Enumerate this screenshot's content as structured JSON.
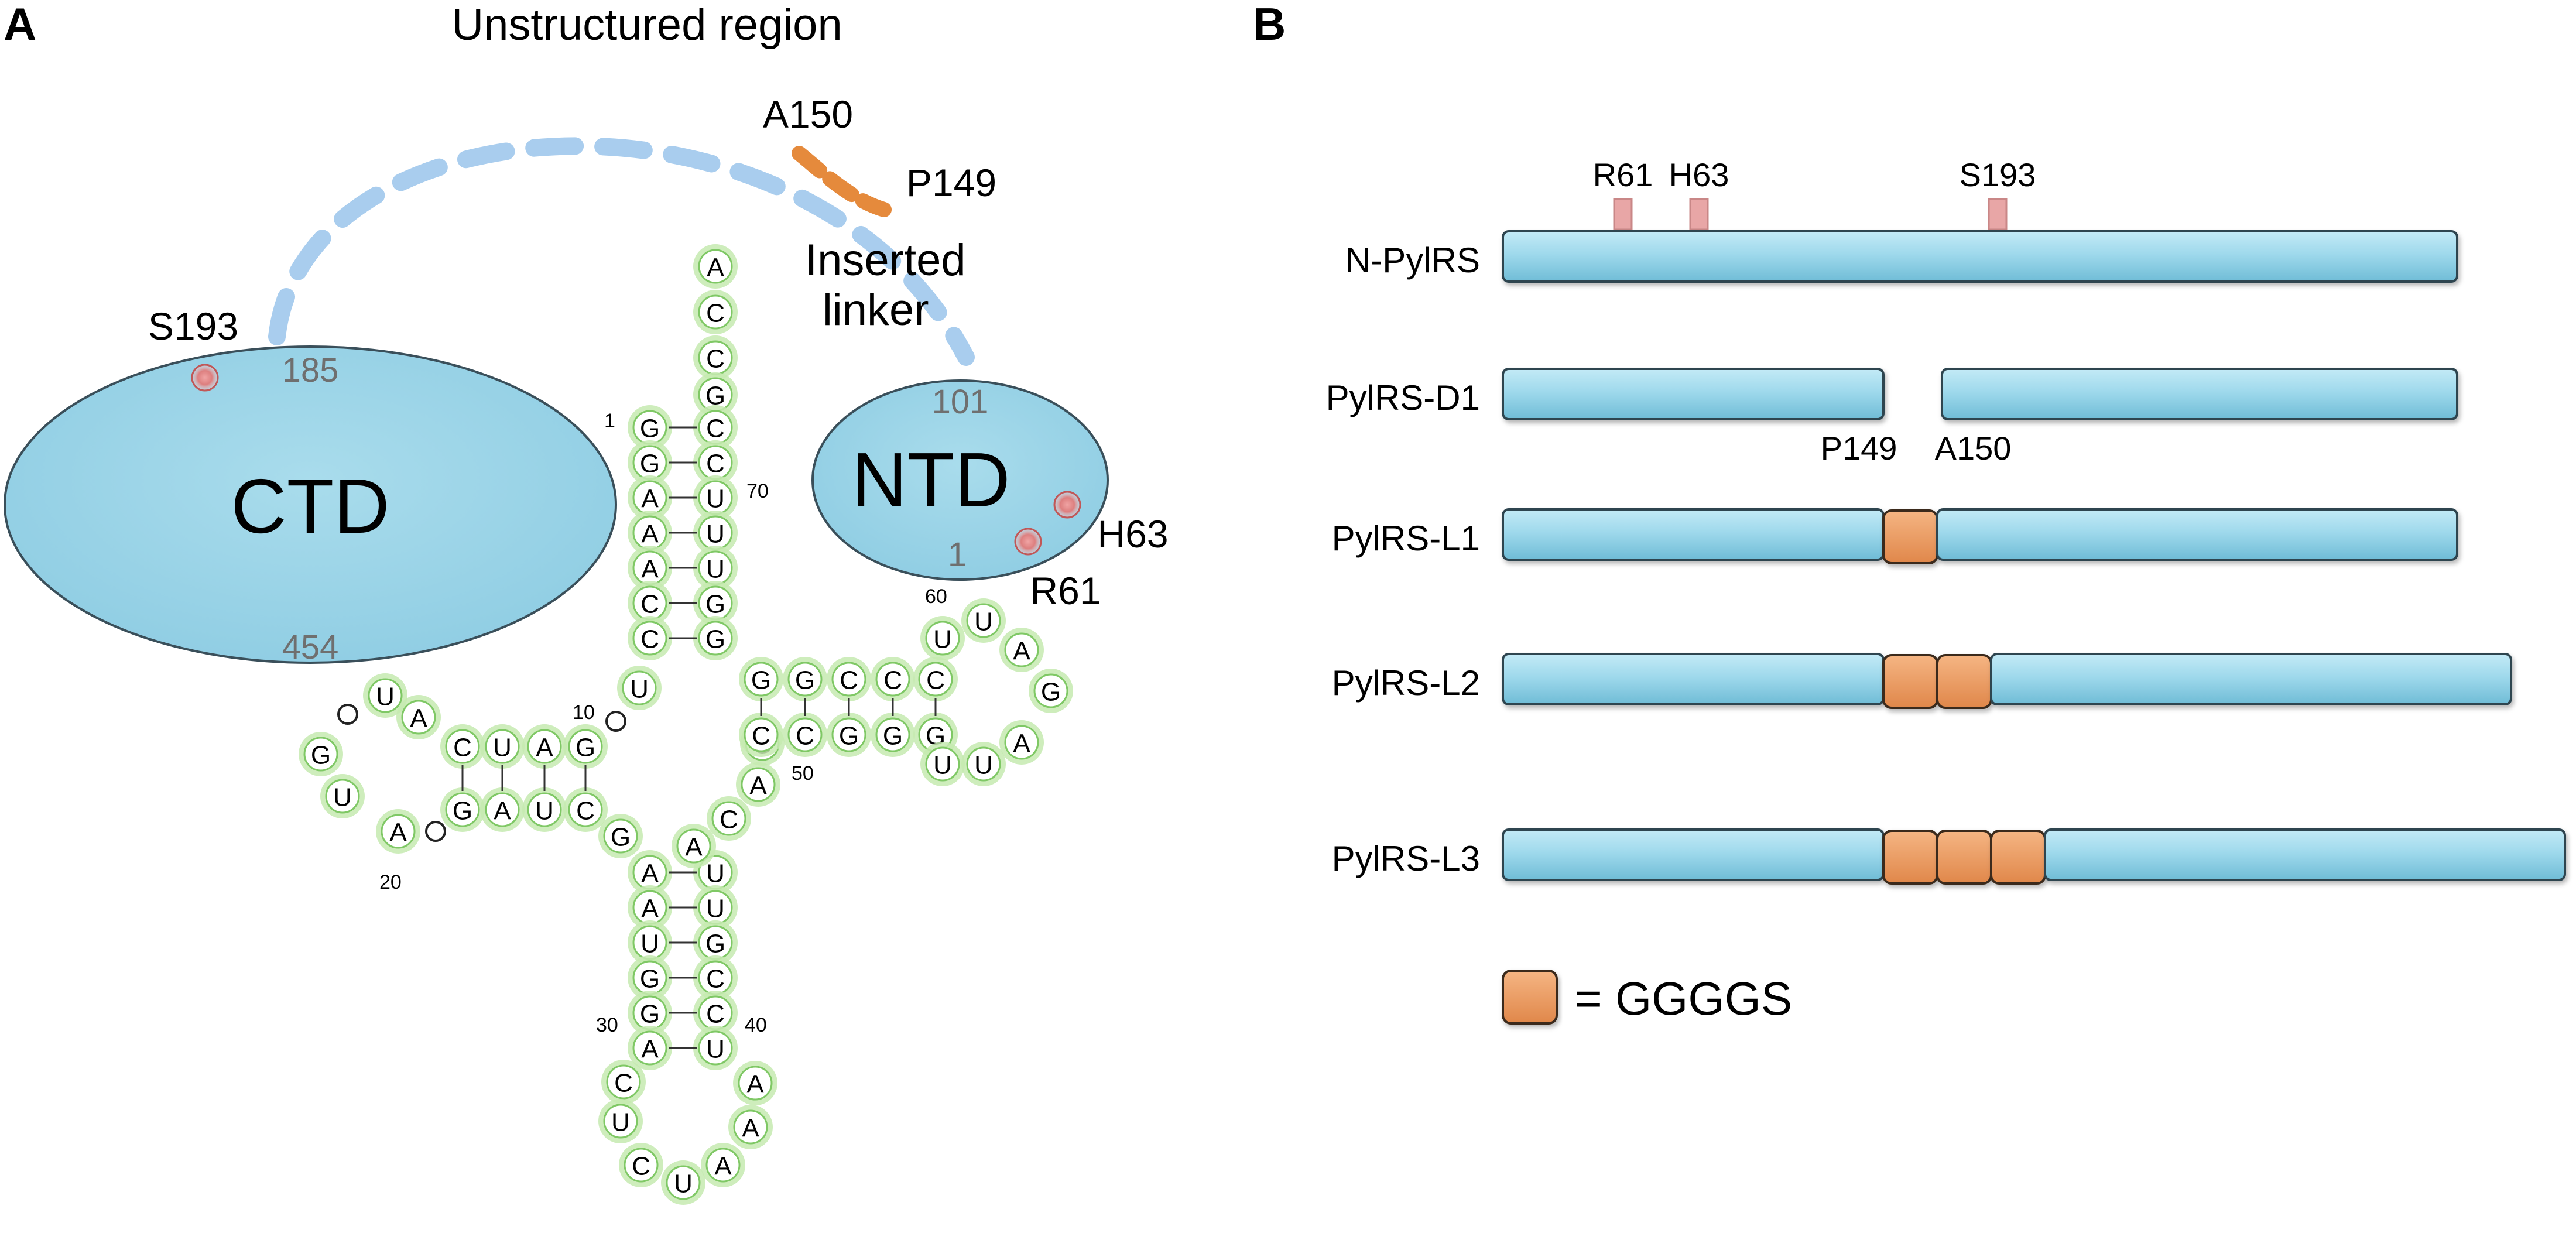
{
  "panel_a": {
    "letter": "A",
    "title": "Unstructured region",
    "residues": {
      "a150": "A150",
      "p149": "P149",
      "s193": "S193",
      "h63": "H63",
      "r61": "R61"
    },
    "linker_label_1": "Inserted",
    "linker_label_2": "linker",
    "ctd": {
      "label": "CTD",
      "start": "185",
      "end": "454"
    },
    "ntd": {
      "label": "NTD",
      "start": "101",
      "end": "1"
    },
    "trna_numbers": {
      "n1": "1",
      "n10": "10",
      "n20": "20",
      "n30": "30",
      "n40": "40",
      "n50": "50",
      "n60": "60",
      "n70": "70"
    }
  },
  "panel_b": {
    "letter": "B",
    "top_residues": {
      "r61": "R61",
      "h63": "H63",
      "s193": "S193"
    },
    "constructs": {
      "n_pylrs": "N-PylRS",
      "d1": "PylRS-D1",
      "l1": "PylRS-L1",
      "l2": "PylRS-L2",
      "l3": "PylRS-L3"
    },
    "d1_split": {
      "left": "P149",
      "right": "A150"
    },
    "legend": {
      "text": "= GGGGS"
    }
  },
  "colors": {
    "domain_blue": "#9ed8ea",
    "domain_outline": "#3a4f5a",
    "linker_dash": "#a9cdee",
    "linker_orange": "#e58a3c",
    "gggs_orange": "#eb9a5c",
    "residue_pink": "#e8a6a6",
    "trna_glow": "#c6eab0"
  }
}
